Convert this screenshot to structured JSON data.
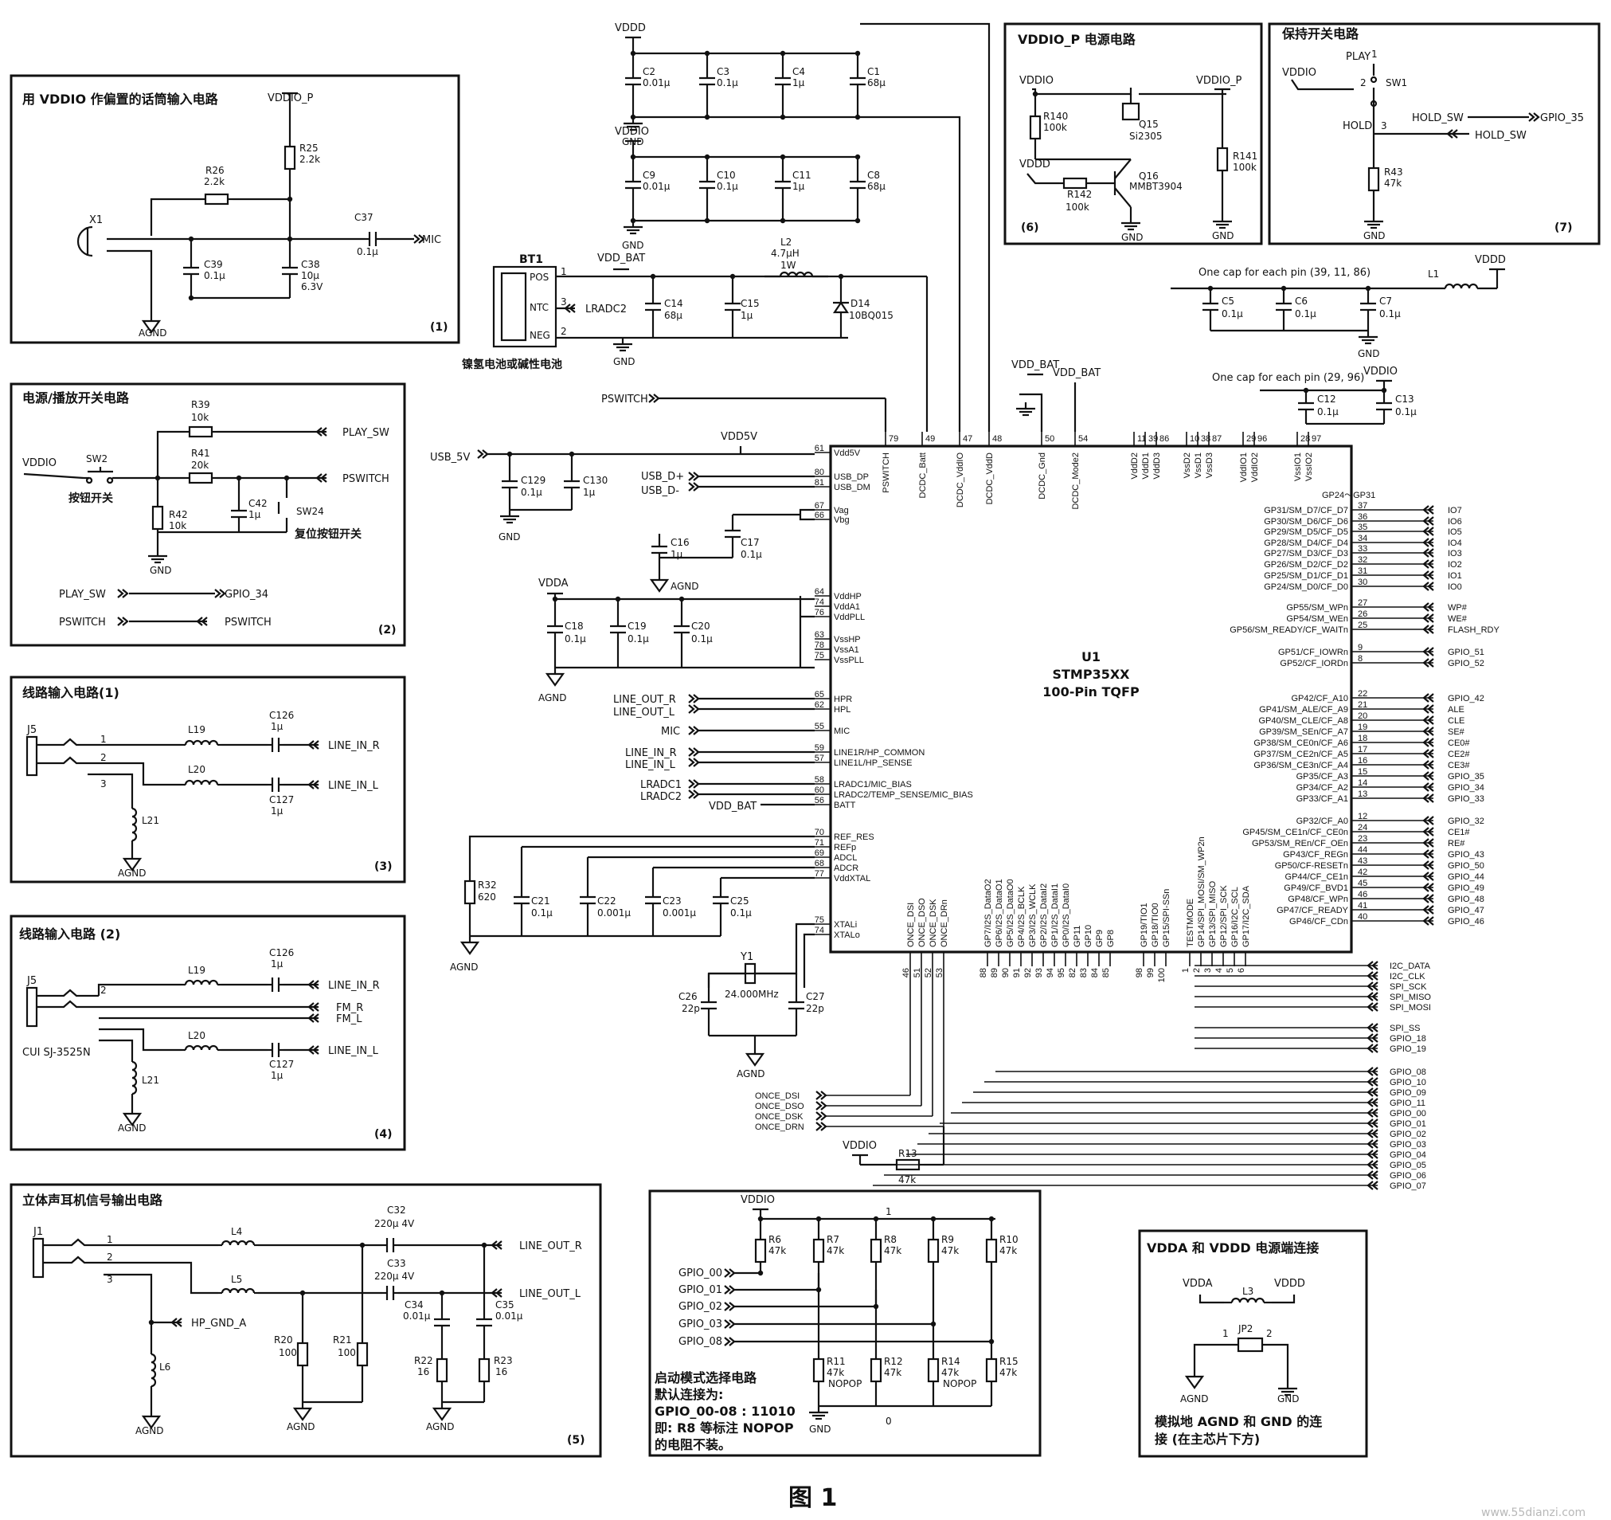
{
  "figure_caption": "图 1",
  "watermark": "www.55dianzi.com",
  "sections": {
    "s1": {
      "title": "用 VDDIO 作偏置的话筒输入电路",
      "num": "(1)"
    },
    "s2": {
      "title": "电源/播放开关电路",
      "num": "(2)"
    },
    "s3": {
      "title": "线路输入电路(1)",
      "num": "(3)"
    },
    "s4": {
      "title": "线路输入电路 (2)",
      "num": "(4)"
    },
    "s5": {
      "title": "立体声耳机信号输出电路",
      "num": "(5)"
    },
    "s6": {
      "title": "VDDIO_P 电源电路",
      "num": "(6)"
    },
    "s7": {
      "title": "保持开关电路",
      "num": "(7)"
    },
    "boot": {
      "title": "启动模式选择电路",
      "line2": "默认连接为:",
      "line3": "GPIO_00-08 : 11010",
      "line4": "即: R8 等标注 NOPOP",
      "line5": "的电阻不装。"
    },
    "vdda": {
      "title": "VDDA 和 VDDD 电源端连接",
      "note1": "模拟地 AGND 和 GND 的连",
      "note2": "接 (在主芯片下方)"
    }
  },
  "chip": {
    "ref": "U1",
    "part": "STMP35XX",
    "package": "100-Pin TQFP",
    "gp_range": "GP24～GP31"
  },
  "nets": {
    "vddio": "VDDIO",
    "vddio_p": "VDDIO_P",
    "vddd": "VDDD",
    "vdda": "VDDA",
    "vdd_bat": "VDD_BAT",
    "vdd5v": "VDD5V",
    "gnd": "GND",
    "agnd": "AGND",
    "usb5v": "USB_5V",
    "pswitch": "PSWITCH",
    "mic": "MIC",
    "play_sw": "PLAY_SW",
    "hold_sw": "HOLD_SW",
    "gpio35": "GPIO_35",
    "gpio34": "GPIO_34",
    "line_in_r": "LINE_IN_R",
    "line_in_l": "LINE_IN_L",
    "line_out_r": "LINE_OUT_R",
    "line_out_l": "LINE_OUT_L",
    "fm_r": "FM_R",
    "fm_l": "FM_L",
    "hp_gnd_a": "HP_GND_A",
    "lradc2": "LRADC2",
    "lradc1": "LRADC1",
    "usb_dp": "USB_D+",
    "usb_dm": "USB_D-",
    "play": "PLAY",
    "hold": "HOLD",
    "cap_note1": "One cap for each pin (39, 11, 86)",
    "cap_note2": "One cap for each pin (29, 96)"
  },
  "parts": {
    "x1": "X1",
    "r25": "R25",
    "r25v": "2.2k",
    "r26": "R26",
    "r26v": "2.2k",
    "c37": "C37",
    "c37v": "0.1μ",
    "c39": "C39",
    "c39v": "0.1μ",
    "c38": "C38",
    "c38v": "10μ",
    "c38v2": "6.3V",
    "sw2": "SW2",
    "sw2n": "按钮开关",
    "r39": "R39",
    "r39v": "10k",
    "r41": "R41",
    "r41v": "20k",
    "r42": "R42",
    "r42v": "10k",
    "c42": "C42",
    "c42v": "1μ",
    "sw24": "SW24",
    "sw24n": "复位按钮开关",
    "j5": "J5",
    "l19": "L19",
    "l20": "L20",
    "l21": "L21",
    "c126": "C126",
    "c126v": "1μ",
    "c127": "C127",
    "c127v": "1μ",
    "cui": "CUI SJ-3525N",
    "j1": "J1",
    "l4": "L4",
    "l5": "L5",
    "l6": "L6",
    "c32": "C32",
    "c32v": "220μ 4V",
    "c33": "C33",
    "c33v": "220μ 4V",
    "c34": "C34",
    "c34v": "0.01μ",
    "c35": "C35",
    "c35v": "0.01μ",
    "r20": "R20",
    "r20v": "100",
    "r21": "R21",
    "r21v": "100",
    "r22": "R22",
    "r22v": "16",
    "r23": "R23",
    "r23v": "16",
    "c2": "C2",
    "c2v": "0.01μ",
    "c3": "C3",
    "c3v": "0.1μ",
    "c4": "C4",
    "c4v": "1μ",
    "c1": "C1",
    "c1v": "68μ",
    "c9": "C9",
    "c9v": "0.01μ",
    "c10": "C10",
    "c10v": "0.1μ",
    "c11": "C11",
    "c11v": "1μ",
    "c8": "C8",
    "c8v": "68μ",
    "bt1": "BT1",
    "bt1n": "镍氢电池或碱性电池",
    "pos": "POS",
    "ntc": "NTC",
    "neg": "NEG",
    "l2": "L2",
    "l2v": "4.7μH",
    "l2w": "1W",
    "c14": "C14",
    "c14v": "68μ",
    "c15": "C15",
    "c15v": "1μ",
    "d14": "D14",
    "d14v": "10BQ015",
    "r140": "R140",
    "r140v": "100k",
    "q15": "Q15",
    "q15v": "Si2305",
    "r141": "R141",
    "r141v": "100k",
    "r142": "R142",
    "r142v": "100k",
    "q16": "Q16",
    "q16v": "MMBT3904",
    "sw1": "SW1",
    "r43": "R43",
    "r43v": "47k",
    "c5": "C5",
    "c5v": "0.1μ",
    "c6": "C6",
    "c6v": "0.1μ",
    "c7": "C7",
    "c7v": "0.1μ",
    "l1": "L1",
    "c12": "C12",
    "c12v": "0.1μ",
    "c13": "C13",
    "c13v": "0.1μ",
    "c129": "C129",
    "c129v": "0.1μ",
    "c130": "C130",
    "c130v": "1μ",
    "c16": "C16",
    "c16v": "1μ",
    "c17": "C17",
    "c17v": "0.1μ",
    "c18": "C18",
    "c18v": "0.1μ",
    "c19": "C19",
    "c19v": "0.1μ",
    "c20": "C20",
    "c20v": "0.1μ",
    "r32": "R32",
    "r32v": "620",
    "c21": "C21",
    "c21v": "0.1μ",
    "c22": "C22",
    "c22v": "0.001μ",
    "c23": "C23",
    "c23v": "0.001μ",
    "c25": "C25",
    "c25v": "0.1μ",
    "y1": "Y1",
    "y1v": "24.000MHz",
    "c26": "C26",
    "c26v": "22p",
    "c27": "C27",
    "c27v": "22p",
    "r13": "R13",
    "r13v": "47k",
    "r6": "R6",
    "r7": "R7",
    "r8": "R8",
    "r9": "R9",
    "r10": "R10",
    "r11": "R11",
    "r12": "R12",
    "r14": "R14",
    "r15": "R15",
    "k47": "47k",
    "nopop": "NOPOP",
    "l3": "L3",
    "jp2": "JP2"
  },
  "left_pins": [
    {
      "num": "61",
      "name": "Vdd5V"
    },
    {
      "num": "80",
      "name": "USB_DP"
    },
    {
      "num": "81",
      "name": "USB_DM"
    },
    {
      "num": "67",
      "name": "Vag"
    },
    {
      "num": "66",
      "name": "Vbg"
    },
    {
      "num": "64",
      "name": "VddHP"
    },
    {
      "num": "74",
      "name": "VddA1"
    },
    {
      "num": "76",
      "name": "VddPLL"
    },
    {
      "num": "63",
      "name": "VssHP"
    },
    {
      "num": "78",
      "name": "VssA1"
    },
    {
      "num": "75",
      "name": "VssPLL"
    },
    {
      "num": "65",
      "name": "HPR"
    },
    {
      "num": "62",
      "name": "HPL"
    },
    {
      "num": "55",
      "name": "MIC"
    },
    {
      "num": "59",
      "name": "LINE1R/HP_COMMON"
    },
    {
      "num": "57",
      "name": "LINE1L/HP_SENSE"
    },
    {
      "num": "58",
      "name": "LRADC1/MIC_BIAS"
    },
    {
      "num": "60",
      "name": "LRADC2/TEMP_SENSE/MIC_BIAS"
    },
    {
      "num": "56",
      "name": "BATT"
    },
    {
      "num": "70",
      "name": "REF_RES"
    },
    {
      "num": "71",
      "name": "REFp"
    },
    {
      "num": "69",
      "name": "ADCL"
    },
    {
      "num": "68",
      "name": "ADCR"
    },
    {
      "num": "77",
      "name": "VddXTAL"
    },
    {
      "num": "75",
      "name": "XTALi"
    },
    {
      "num": "74",
      "name": "XTALo"
    }
  ],
  "top_pins": [
    {
      "num": "79",
      "name": "PSWITCH"
    },
    {
      "num": "49",
      "name": "DCDC_Batt"
    },
    {
      "num": "47",
      "name": "DCDC_VddIO"
    },
    {
      "num": "48",
      "name": "DCDC_VddD"
    },
    {
      "num": "50",
      "name": "DCDC_Gnd"
    },
    {
      "num": "54",
      "name": "DCDC_Mode2"
    },
    {
      "num": "11",
      "name": "VddD2"
    },
    {
      "num": "39",
      "name": "VddD1"
    },
    {
      "num": "86",
      "name": "VddD3"
    },
    {
      "num": "10",
      "name": "VssD2"
    },
    {
      "num": "38",
      "name": "VssD1"
    },
    {
      "num": "87",
      "name": "VssD3"
    },
    {
      "num": "29",
      "name": "VddIO1"
    },
    {
      "num": "96",
      "name": "VddIO2"
    },
    {
      "num": "28",
      "name": "VssIO1"
    },
    {
      "num": "97",
      "name": "VssIO2"
    }
  ],
  "right_pins": [
    {
      "num": "37",
      "name": "GP31/SM_D7/CF_D7",
      "net": "IO7"
    },
    {
      "num": "36",
      "name": "GP30/SM_D6/CF_D6",
      "net": "IO6"
    },
    {
      "num": "35",
      "name": "GP29/SM_D5/CF_D5",
      "net": "IO5"
    },
    {
      "num": "34",
      "name": "GP28/SM_D4/CF_D4",
      "net": "IO4"
    },
    {
      "num": "33",
      "name": "GP27/SM_D3/CF_D3",
      "net": "IO3"
    },
    {
      "num": "32",
      "name": "GP26/SM_D2/CF_D2",
      "net": "IO2"
    },
    {
      "num": "31",
      "name": "GP25/SM_D1/CF_D1",
      "net": "IO1"
    },
    {
      "num": "30",
      "name": "GP24/SM_D0/CF_D0",
      "net": "IO0"
    },
    {
      "num": "27",
      "name": "GP55/SM_WPn",
      "net": "WP#"
    },
    {
      "num": "26",
      "name": "GP54/SM_WEn",
      "net": "WE#"
    },
    {
      "num": "25",
      "name": "GP56/SM_READY/CF_WAITn",
      "net": "FLASH_RDY"
    },
    {
      "num": "9",
      "name": "GP51/CF_IOWRn",
      "net": "GPIO_51"
    },
    {
      "num": "8",
      "name": "GP52/CF_IORDn",
      "net": "GPIO_52"
    },
    {
      "num": "22",
      "name": "GP42/CF_A10",
      "net": "GPIO_42"
    },
    {
      "num": "21",
      "name": "GP41/SM_ALE/CF_A9",
      "net": "ALE"
    },
    {
      "num": "20",
      "name": "GP40/SM_CLE/CF_A8",
      "net": "CLE"
    },
    {
      "num": "19",
      "name": "GP39/SM_SEn/CF_A7",
      "net": "SE#"
    },
    {
      "num": "18",
      "name": "GP38/SM_CE0n/CF_A6",
      "net": "CE0#"
    },
    {
      "num": "17",
      "name": "GP37/SM_CE2n/CF_A5",
      "net": "CE2#"
    },
    {
      "num": "16",
      "name": "GP36/SM_CE3n/CF_A4",
      "net": "CE3#"
    },
    {
      "num": "15",
      "name": "GP35/CF_A3",
      "net": "GPIO_35"
    },
    {
      "num": "14",
      "name": "GP34/CF_A2",
      "net": "GPIO_34"
    },
    {
      "num": "13",
      "name": "GP33/CF_A1",
      "net": "GPIO_33"
    },
    {
      "num": "12",
      "name": "GP32/CF_A0",
      "net": "GPIO_32"
    },
    {
      "num": "24",
      "name": "GP45/SM_CE1n/CF_CE0n",
      "net": "CE1#"
    },
    {
      "num": "23",
      "name": "GP53/SM_REn/CF_OEn",
      "net": "RE#"
    },
    {
      "num": "44",
      "name": "GP43/CF_REGn",
      "net": "GPIO_43"
    },
    {
      "num": "43",
      "name": "GP50/CF-RESETn",
      "net": "GPIO_50"
    },
    {
      "num": "42",
      "name": "GP44/CF_CE1n",
      "net": "GPIO_44"
    },
    {
      "num": "45",
      "name": "GP49/CF_BVD1",
      "net": "GPIO_49"
    },
    {
      "num": "46",
      "name": "GP48/CF_WPn",
      "net": "GPIO_48"
    },
    {
      "num": "41",
      "name": "GP47/CF_READY",
      "net": "GPIO_47"
    },
    {
      "num": "40",
      "name": "GP46/CF_CDn",
      "net": "GPIO_46"
    }
  ],
  "bottom_pins": [
    {
      "num": "46",
      "name": "ONCE_DSI"
    },
    {
      "num": "51",
      "name": "ONCE_DSO"
    },
    {
      "num": "52",
      "name": "ONCE_DSK"
    },
    {
      "num": "53",
      "name": "ONCE_DRn"
    },
    {
      "num": "88",
      "name": "GP7/I2S_DataO2"
    },
    {
      "num": "89",
      "name": "GP6/I2S_DataO1"
    },
    {
      "num": "90",
      "name": "GP5/I2S_DataO0"
    },
    {
      "num": "91",
      "name": "GP4/I2S_BCLK"
    },
    {
      "num": "92",
      "name": "GP3/I2S_WCLK"
    },
    {
      "num": "93",
      "name": "GP2/I2S_DataI2"
    },
    {
      "num": "94",
      "name": "GP1/I2S_DataI1"
    },
    {
      "num": "95",
      "name": "GP0/I2S_DataI0"
    },
    {
      "num": "82",
      "name": "GP11"
    },
    {
      "num": "83",
      "name": "GP10"
    },
    {
      "num": "84",
      "name": "GP9"
    },
    {
      "num": "85",
      "name": "GP8"
    },
    {
      "num": "98",
      "name": "GP19/TIO1"
    },
    {
      "num": "99",
      "name": "GP18/TIO0"
    },
    {
      "num": "100",
      "name": "GP15/SPI-SSn"
    },
    {
      "num": "1",
      "name": "TESTMODE"
    },
    {
      "num": "2",
      "name": "GP14/SPI_MOSI/SM_WP2n"
    },
    {
      "num": "3",
      "name": "GP13/SPI_MISO"
    },
    {
      "num": "4",
      "name": "GP12/SPI_SCK"
    },
    {
      "num": "5",
      "name": "GP16/I2C_SCL"
    },
    {
      "num": "6",
      "name": "GP17/I2C_SDA"
    }
  ],
  "bottom_nets": [
    "I2C_DATA",
    "I2C_CLK",
    "SPI_SCK",
    "SPI_MISO",
    "SPI_MOSI",
    "SPI_SS",
    "GPIO_18",
    "GPIO_19",
    "GPIO_08",
    "GPIO_10",
    "GPIO_09",
    "GPIO_11",
    "GPIO_00",
    "GPIO_01",
    "GPIO_02",
    "GPIO_03",
    "GPIO_04",
    "GPIO_05",
    "GPIO_06",
    "GPIO_07"
  ],
  "once_nets": [
    "ONCE_DSI",
    "ONCE_DSO",
    "ONCE_DSK",
    "ONCE_DRN"
  ],
  "boot_gpio": [
    "GPIO_00",
    "GPIO_01",
    "GPIO_02",
    "GPIO_03",
    "GPIO_08"
  ],
  "boot_bits": {
    "one": "1",
    "zero": "0"
  },
  "sw_pins": {
    "p1": "1",
    "p2": "2",
    "p3": "3"
  }
}
